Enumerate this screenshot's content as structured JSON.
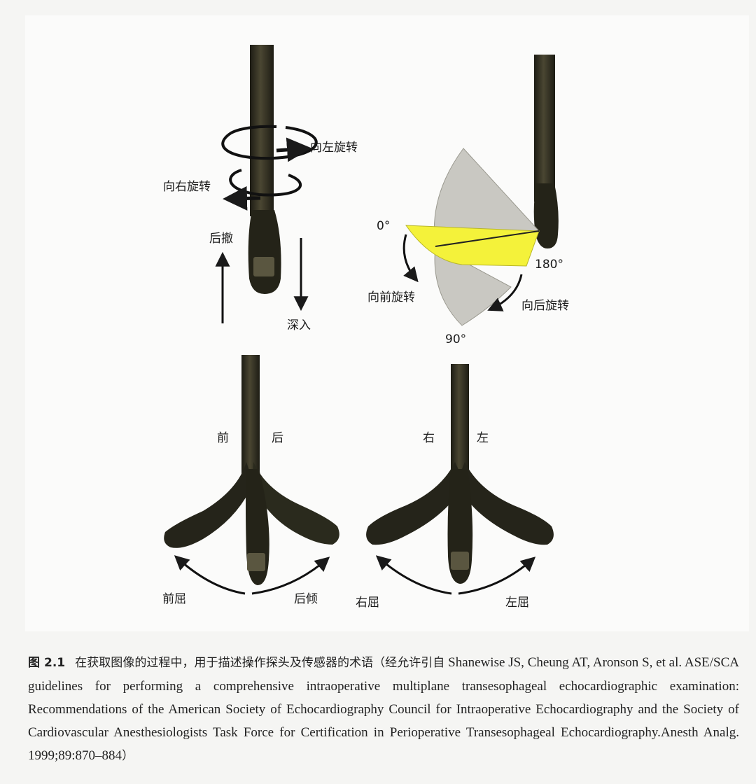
{
  "panel_top_left": {
    "rotate_left": "向左旋转",
    "rotate_right": "向右旋转",
    "withdraw": "后撤",
    "advance": "深入"
  },
  "panel_top_right": {
    "angle_0": "0°",
    "angle_180": "180°",
    "angle_90": "90°",
    "rotate_forward": "向前旋转",
    "rotate_backward": "向后旋转"
  },
  "panel_bottom_left": {
    "front": "前",
    "back": "后",
    "anteflex": "前屈",
    "retroflex": "后倾"
  },
  "panel_bottom_right": {
    "right": "右",
    "left": "左",
    "right_flex": "右屈",
    "left_flex": "左屈"
  },
  "caption": {
    "figure_number": "图 2.1",
    "text_cn": "在获取图像的过程中，用于描述操作探头及传感器的术语（经允许引自",
    "text_en": " Shanewise JS, Cheung AT, Aronson S, et al. ASE/SCA guidelines for performing a comprehensive intraoperative multiplane transesophageal echocardiographic examination: Recommendations of the American Society of Echocardiography Council for Intraoperative Echocardiography and the Society of Cardiovascular Anesthesiologists Task Force for Certification in Perioperative Transesophageal Echocardiography.Anesth Analg. 1999;89:870–884",
    "close_paren": "）"
  },
  "colors": {
    "probe": "#2c2a1e",
    "probe_tip": "#1f1f1a",
    "sector_gray": "#c9c8c2",
    "sector_yellow": "#f4f23a",
    "arrow": "#1a1a1a"
  }
}
